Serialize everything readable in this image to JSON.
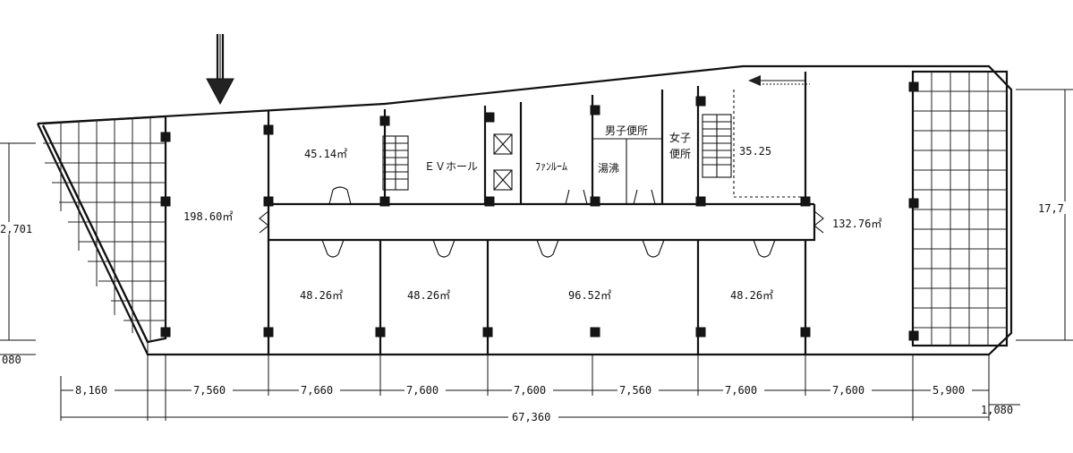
{
  "areas": {
    "left_large": "198.60㎡",
    "top_small": "45.14㎡",
    "right_large": "132.76㎡",
    "bottom_1": "48.26㎡",
    "bottom_2": "48.26㎡",
    "bottom_3": "96.52㎡",
    "bottom_4": "48.26㎡",
    "right_small": "35.25"
  },
  "rooms": {
    "ev_hall": "ＥＶホール",
    "fan_room": "ﾌｧﾝﾙｰﾑ",
    "kyutou": "湯沸",
    "mens_toilet": "男子便所",
    "womens_toilet_1": "女子",
    "womens_toilet_2": "便所"
  },
  "dimensions": {
    "bay_widths": [
      "8,160",
      "7,560",
      "7,660",
      "7,600",
      "7,600",
      "7,560",
      "7,600",
      "7,600",
      "5,900"
    ],
    "total_width": "67,360",
    "left_height": "2,701",
    "right_height": "17,7",
    "left_offset": "080",
    "right_offset": "1,080"
  },
  "icons": {
    "entrance_arrow": "double-down-arrow-icon",
    "side_arrow": "left-arrow-icon",
    "columns": "column-square-icon",
    "doors": "door-swing-icon",
    "stairs": "stair-icon",
    "elevators": "elevator-box-icon"
  }
}
